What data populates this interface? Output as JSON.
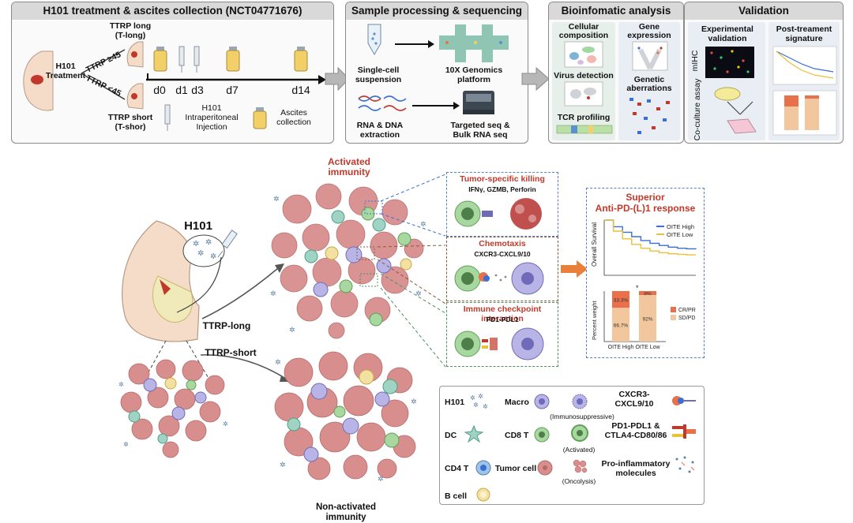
{
  "panels": {
    "p1": {
      "title": "H101 treatment & ascites collection (NCT04771676)",
      "treatment": "H101 Treatment",
      "ttrp_long": "TTRP long",
      "ttrp_long_abbr": "(T-long)",
      "ttrp_short": "TTRP short",
      "ttrp_short_abbr": "(T-shor)",
      "ttrp_ge": "TTRP ≥45",
      "ttrp_lt": "TTRP <45",
      "days": [
        "d0",
        "d1",
        "d3",
        "d7",
        "d14"
      ],
      "injection": [
        "H101",
        "Intraperitoneal",
        "Injection"
      ],
      "collection": [
        "Ascites",
        "collection"
      ]
    },
    "p2": {
      "title": "Sample processing & sequencing",
      "single_cell": [
        "Single-cell",
        "suspension"
      ],
      "platform": [
        "10X Genomics",
        "platform"
      ],
      "rna_dna": [
        "RNA & DNA",
        "extraction"
      ],
      "targeted": [
        "Targeted seq &",
        "Bulk RNA seq"
      ]
    },
    "p3": {
      "title": "Bioinfomatic analysis",
      "cellular": [
        "Cellular",
        "composition"
      ],
      "gene": [
        "Gene",
        "expression"
      ],
      "virus": "Virus detection",
      "genetic": [
        "Genetic",
        "aberrations"
      ],
      "tcr": "TCR profiling"
    },
    "p4": {
      "title": "Validation",
      "experimental": [
        "Experimental",
        "validation"
      ],
      "post": [
        "Post-treament",
        "signature"
      ],
      "mihc": "mIHC",
      "coculture": "Co-culture assay"
    }
  },
  "bottom": {
    "h101": "H101",
    "activated": [
      "Activated",
      "immunity"
    ],
    "non_activated": [
      "Non-activated",
      "immunity"
    ],
    "ttrp_long": "TTRP-long",
    "ttrp_short": "TTRP-short",
    "killing": {
      "title": "Tumor-specific killing",
      "sub": "IFNγ, GZMB, Perforin"
    },
    "chemotaxis": {
      "title": "Chemotaxis",
      "sub": "CXCR3-CXCL9/10"
    },
    "checkpoint": {
      "title": "Immune checkpoint interaction",
      "sub": "PD1-PDL1"
    },
    "superior": [
      "Superior",
      "Anti-PD-(L)1 response"
    ]
  },
  "legend": {
    "h101": "H101",
    "macro": "Macro",
    "immunosuppressive": "(Immunosuppressive)",
    "dc": "DC",
    "cd8": "CD8 T",
    "activated": "(Activated)",
    "cd4": "CD4 T",
    "tumor": "Tumor cell",
    "oncolysis": "(Oncolysis)",
    "bcell": "B cell",
    "cxcr3": [
      "CXCR3-",
      "CXCL9/10"
    ],
    "pd1": [
      "PD1-PDL1 &",
      "CTLA4-CD80/86"
    ],
    "proinf": [
      "Pro-inflammatory",
      "molecules"
    ]
  },
  "chart_data": [
    {
      "type": "line",
      "title": "",
      "xlabel": "",
      "ylabel": "Overall Survival",
      "series": [
        {
          "name": "OITE High",
          "color": "#3b6fd6",
          "x": [
            0,
            1,
            2,
            3,
            4,
            5,
            6,
            7,
            8,
            9,
            10
          ],
          "values": [
            1.0,
            0.88,
            0.78,
            0.7,
            0.63,
            0.58,
            0.54,
            0.51,
            0.49,
            0.48,
            0.47
          ]
        },
        {
          "name": "OITE Low",
          "color": "#e8c23a",
          "x": [
            0,
            1,
            2,
            3,
            4,
            5,
            6,
            7,
            8,
            9,
            10
          ],
          "values": [
            1.0,
            0.8,
            0.66,
            0.56,
            0.49,
            0.44,
            0.41,
            0.39,
            0.38,
            0.37,
            0.37
          ]
        }
      ],
      "legend_position": "top-right"
    },
    {
      "type": "bar",
      "title": "",
      "ylabel": "Percent weight",
      "categories": [
        "OITE High",
        "OITE Low"
      ],
      "series": [
        {
          "name": "CR/PR",
          "color": "#e8704a",
          "values": [
            33.3,
            8
          ]
        },
        {
          "name": "SD/PD",
          "color": "#f2c79e",
          "values": [
            66.7,
            92
          ]
        }
      ],
      "data_labels": [
        [
          "33.3%",
          "66.7%"
        ],
        [
          "8%",
          "92%"
        ]
      ],
      "annotation": "*",
      "ylim": [
        0,
        100
      ],
      "legend_position": "right"
    }
  ]
}
